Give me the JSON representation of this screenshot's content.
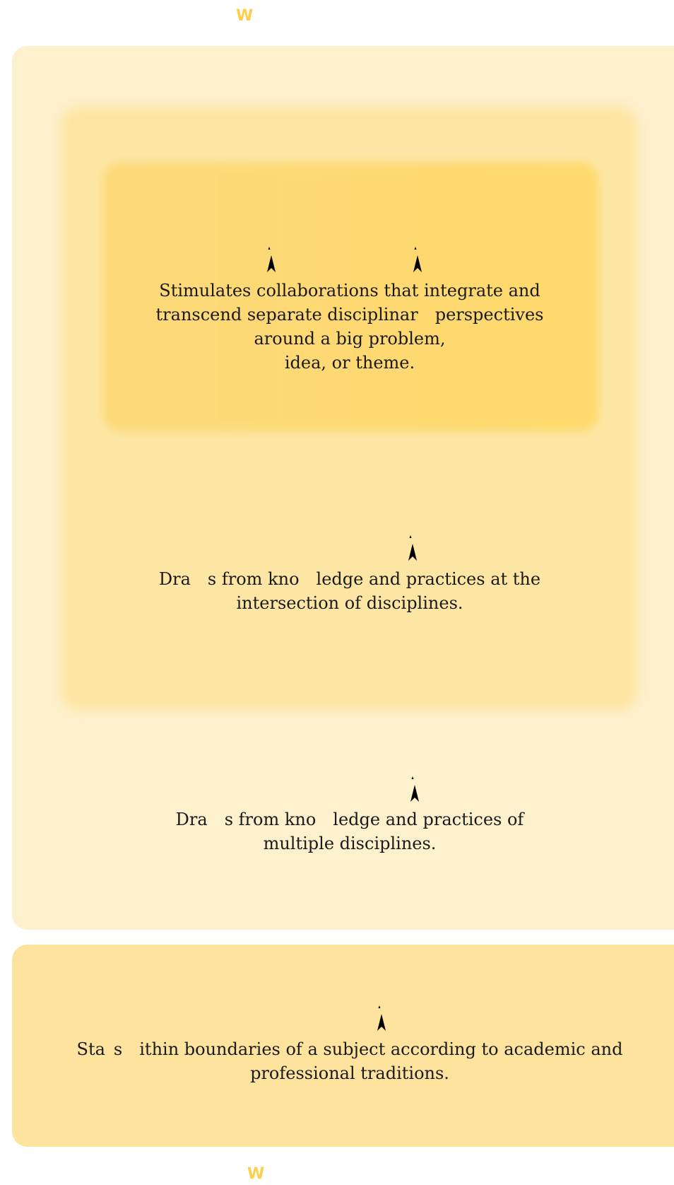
{
  "header_mark": "W",
  "footer_mark": "W",
  "levels": {
    "innermost": {
      "lines": [
        "Stimulates collaborations that integrate and",
        "transcend separate disciplinar perspectives",
        "around a big problem,",
        "idea, or theme."
      ]
    },
    "middle": {
      "lines": [
        "Dra s from kno ledge and practices at the",
        "intersection of disciplines."
      ]
    },
    "outer": {
      "lines": [
        "Dra s from kno ledge and practices of",
        "multiple disciplines."
      ]
    },
    "separate": {
      "lines": [
        "Sta s ithin boundaries of a subject according to academic and",
        "professional traditions."
      ]
    }
  },
  "icons": [
    "pointer-icon",
    "pointer-icon",
    "pointer-icon",
    "pointer-icon",
    "pointer-icon"
  ],
  "colors": {
    "outer_panel": "#fdf0cd",
    "middle_panel": "#fde6a4",
    "inner_panel": "#ffd96b",
    "bottom_panel": "#fde39d",
    "mark": "#fcd04b",
    "text": "#1a1a1a"
  }
}
